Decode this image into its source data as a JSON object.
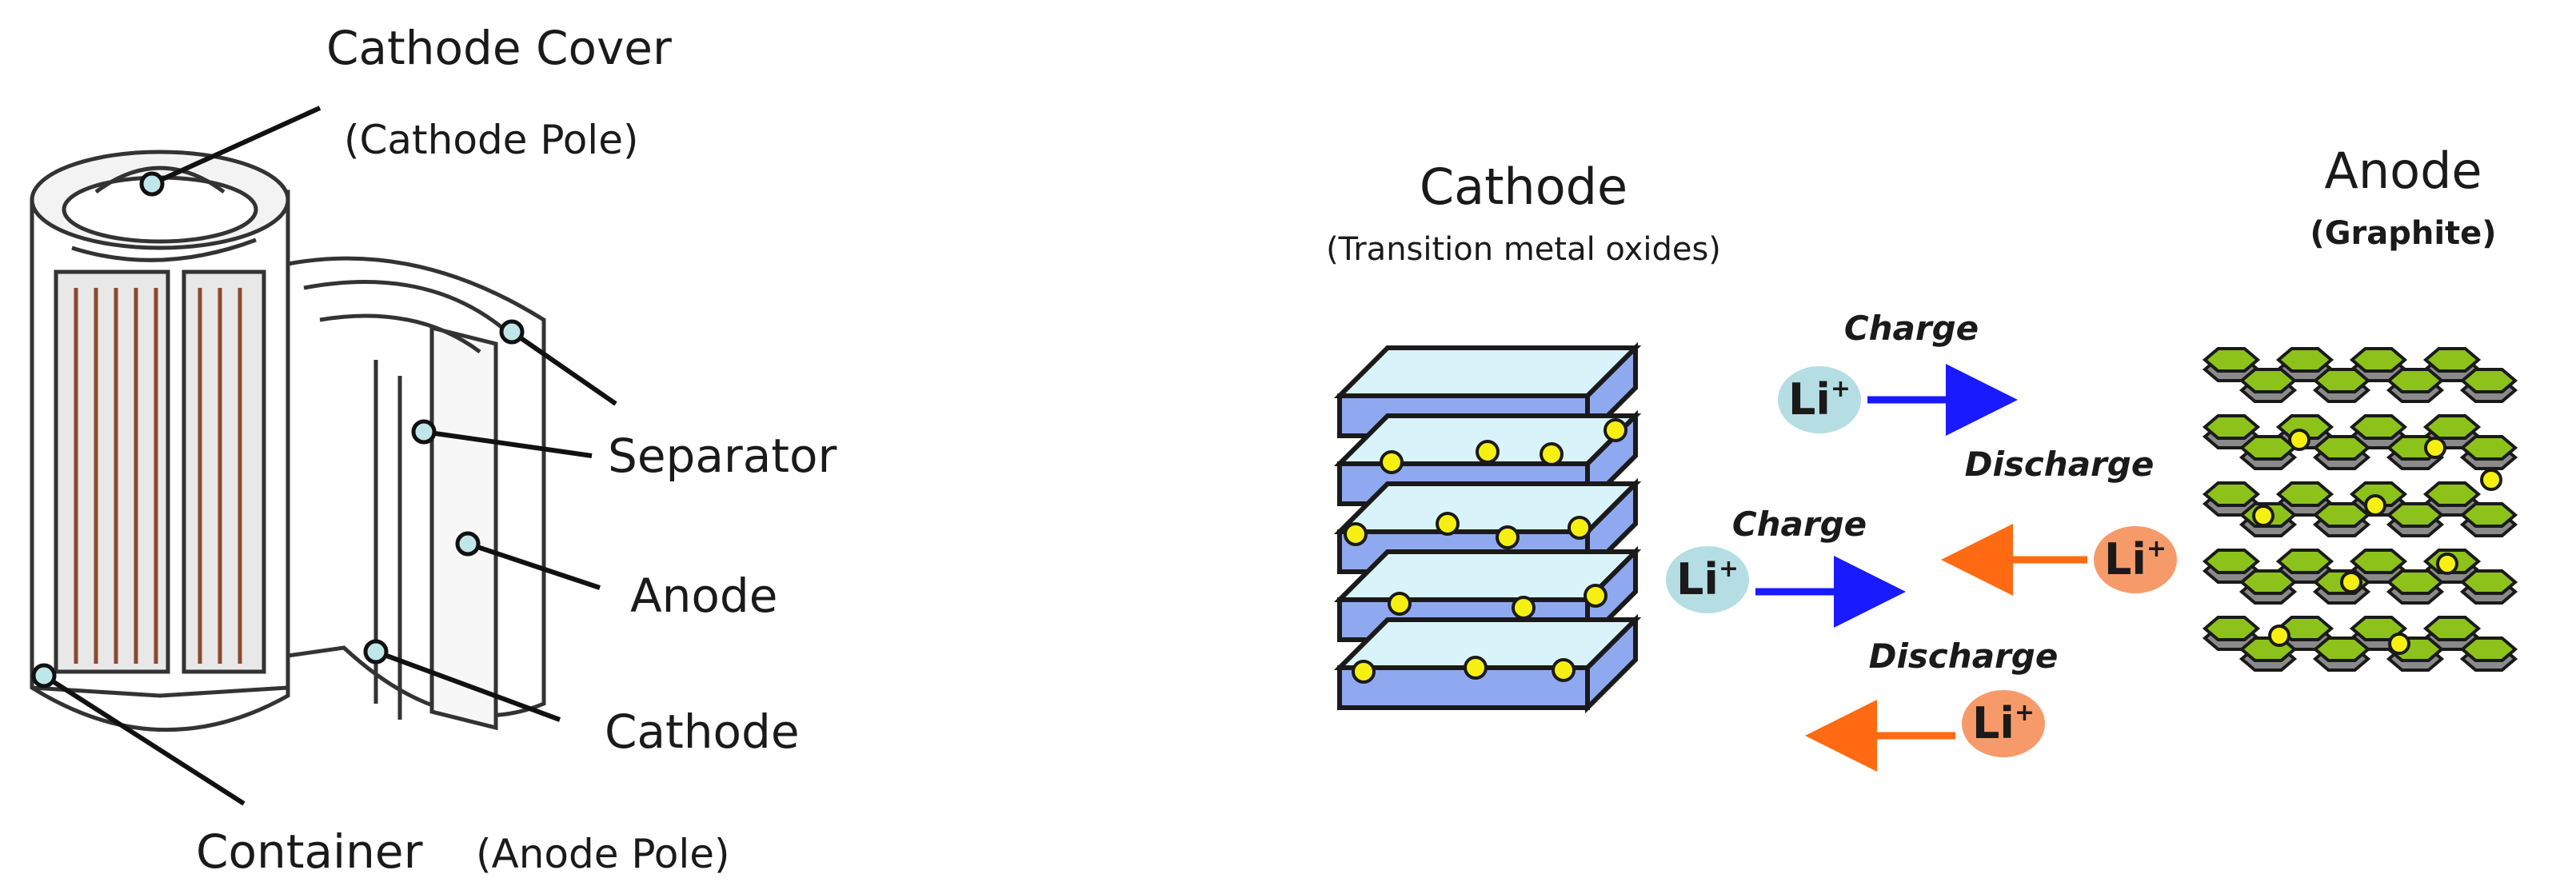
{
  "battery_labels": {
    "cathode_cover": "Cathode Cover",
    "cathode_pole": "(Cathode Pole)",
    "separator": "Separator",
    "anode": "Anode",
    "cathode": "Cathode",
    "container": "Container",
    "anode_pole": "(Anode Pole)"
  },
  "mechanism": {
    "cathode_title": "Cathode",
    "cathode_sub": "(Transition metal oxides)",
    "anode_title": "Anode",
    "anode_sub": "(Graphite)",
    "ion_label": "Li",
    "ion_charge": "+",
    "charge_label": "Charge",
    "discharge_label": "Discharge"
  },
  "colors": {
    "charge_arrow": "#1a1aff",
    "discharge_arrow": "#ff6a13",
    "li_charge_bubble": "#b4dee3",
    "li_discharge_bubble": "#f79a6a",
    "cathode_plate_top": "#d9f3fb",
    "cathode_plate_side": "#8fa9f0",
    "anode_hex_green": "#8cc21a",
    "anode_hex_grey": "#8a8a8a",
    "lithium_dot": "#f6ef12"
  }
}
